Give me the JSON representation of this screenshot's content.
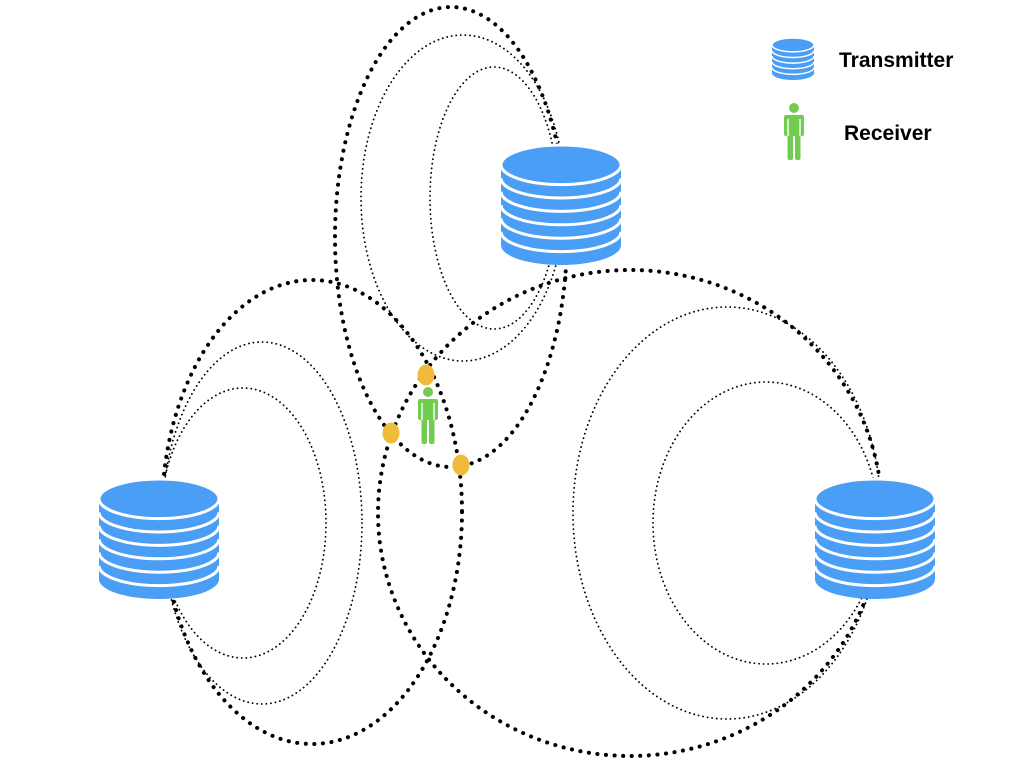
{
  "legend": {
    "transmitter_label": "Transmitter",
    "receiver_label": "Receiver",
    "transmitter_icon": "database-stack-icon",
    "receiver_icon": "person-icon"
  },
  "colors": {
    "transmitter": "#4a9ef5",
    "transmitter_stripe": "#ffffff",
    "receiver": "#72cc52",
    "intersection": "#f0bb3b",
    "ring": "#000000"
  },
  "diagram": {
    "transmitters": [
      {
        "name": "transmitter-top"
      },
      {
        "name": "transmitter-left"
      },
      {
        "name": "transmitter-right"
      }
    ],
    "receiver": {
      "name": "receiver"
    },
    "intersection_points": 3
  }
}
